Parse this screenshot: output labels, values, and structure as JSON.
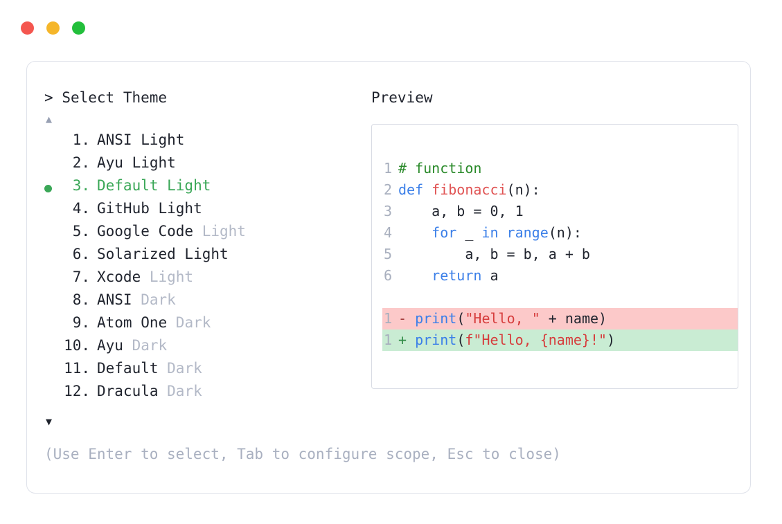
{
  "window": {
    "dots": [
      {
        "name": "close",
        "color": "#f4564f"
      },
      {
        "name": "minimize",
        "color": "#f5b62a"
      },
      {
        "name": "maximize",
        "color": "#22bf3b"
      }
    ]
  },
  "selector": {
    "prompt_caret": ">",
    "prompt_title": "Select Theme",
    "scroll_up_glyph": "▲",
    "scroll_down_glyph": "▼",
    "selected_index": 3,
    "selected_bullet_color": "#3aa757",
    "items": [
      {
        "number": "1.",
        "name": "ANSI Light",
        "variant": "",
        "selected": false
      },
      {
        "number": "2.",
        "name": "Ayu Light",
        "variant": "",
        "selected": false
      },
      {
        "number": "3.",
        "name": "Default Light",
        "variant": "",
        "selected": true
      },
      {
        "number": "4.",
        "name": "GitHub Light",
        "variant": "",
        "selected": false
      },
      {
        "number": "5.",
        "name": "Google Code ",
        "variant": "Light",
        "selected": false
      },
      {
        "number": "6.",
        "name": "Solarized Light",
        "variant": "",
        "selected": false
      },
      {
        "number": "7.",
        "name": "Xcode ",
        "variant": "Light",
        "selected": false
      },
      {
        "number": "8.",
        "name": "ANSI ",
        "variant": "Dark",
        "selected": false
      },
      {
        "number": "9.",
        "name": "Atom One ",
        "variant": "Dark",
        "selected": false
      },
      {
        "number": "10.",
        "name": "Ayu ",
        "variant": "Dark",
        "selected": false
      },
      {
        "number": "11.",
        "name": "Default ",
        "variant": "Dark",
        "selected": false
      },
      {
        "number": "12.",
        "name": "Dracula ",
        "variant": "Dark",
        "selected": false
      }
    ],
    "hint": "(Use Enter to select, Tab to configure scope, Esc to close)"
  },
  "preview": {
    "label": "Preview",
    "code_lines": [
      {
        "number": "1",
        "tokens": [
          {
            "text": "# function",
            "type": "comment"
          }
        ]
      },
      {
        "number": "2",
        "tokens": [
          {
            "text": "def ",
            "type": "key"
          },
          {
            "text": "fibonacci",
            "type": "fn"
          },
          {
            "text": "(n):",
            "type": "plain"
          }
        ]
      },
      {
        "number": "3",
        "tokens": [
          {
            "text": "    a, b = 0, 1",
            "type": "plain"
          }
        ]
      },
      {
        "number": "4",
        "tokens": [
          {
            "text": "    ",
            "type": "plain"
          },
          {
            "text": "for",
            "type": "key"
          },
          {
            "text": " _ ",
            "type": "plain"
          },
          {
            "text": "in range",
            "type": "key"
          },
          {
            "text": "(n):",
            "type": "plain"
          }
        ]
      },
      {
        "number": "5",
        "tokens": [
          {
            "text": "        a, b = b, a + b",
            "type": "plain"
          }
        ]
      },
      {
        "number": "6",
        "tokens": [
          {
            "text": "    ",
            "type": "plain"
          },
          {
            "text": "return",
            "type": "key"
          },
          {
            "text": " a",
            "type": "plain"
          }
        ]
      }
    ],
    "diff_lines": [
      {
        "number": "1",
        "marker": "-",
        "kind": "del",
        "tokens": [
          {
            "text": "print",
            "type": "key"
          },
          {
            "text": "(",
            "type": "plain"
          },
          {
            "text": "\"Hello, \"",
            "type": "str"
          },
          {
            "text": " + name)",
            "type": "plain"
          }
        ]
      },
      {
        "number": "1",
        "marker": "+",
        "kind": "add",
        "tokens": [
          {
            "text": "print",
            "type": "key"
          },
          {
            "text": "(",
            "type": "plain"
          },
          {
            "text": "f\"Hello, {name}!\"",
            "type": "str"
          },
          {
            "text": ")",
            "type": "plain"
          }
        ]
      }
    ],
    "colors": {
      "comment": "#2a8a2a",
      "keyword": "#3b7fe8",
      "function": "#e05252",
      "string": "#d63c3c",
      "plain": "#20242e",
      "line_number": "#a8afbe",
      "diff_del_bg": "#fcc9c9",
      "diff_add_bg": "#c9ecd3"
    }
  }
}
